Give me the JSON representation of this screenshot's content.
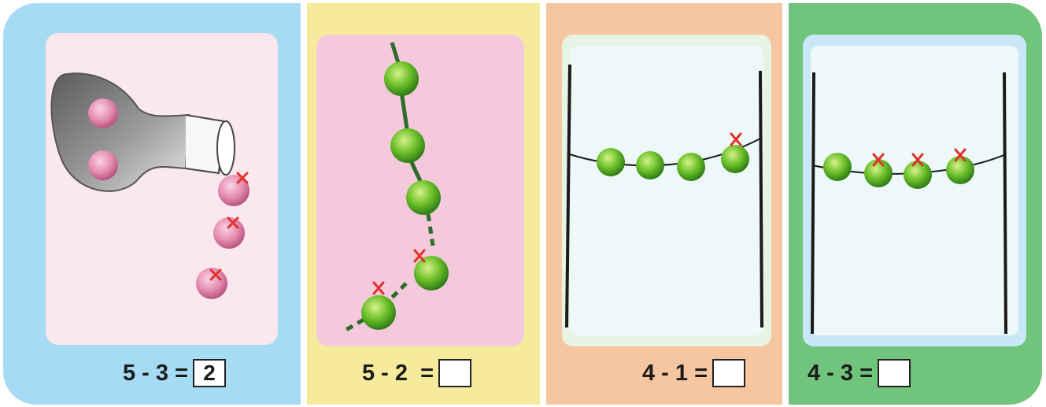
{
  "cards": [
    {
      "equation": "5 - 3 =",
      "answer": "2"
    },
    {
      "equation": "5 - 2  =",
      "answer": ""
    },
    {
      "equation": "4 - 1 =",
      "answer": ""
    },
    {
      "equation": "4 - 3 =",
      "answer": ""
    }
  ],
  "colors": {
    "card1_bg": "#a6dcf3",
    "card2_bg": "#f6ea9c",
    "card3_bg": "#f6c6a1",
    "card4_bg": "#71c47b",
    "pink_ball": "#e48bb0",
    "green_ball": "#6cc02a",
    "cross_mark": "#e0322b"
  },
  "icons": [
    "pink-ball-icon",
    "green-bead-icon",
    "cross-mark-icon",
    "bottle-icon"
  ]
}
